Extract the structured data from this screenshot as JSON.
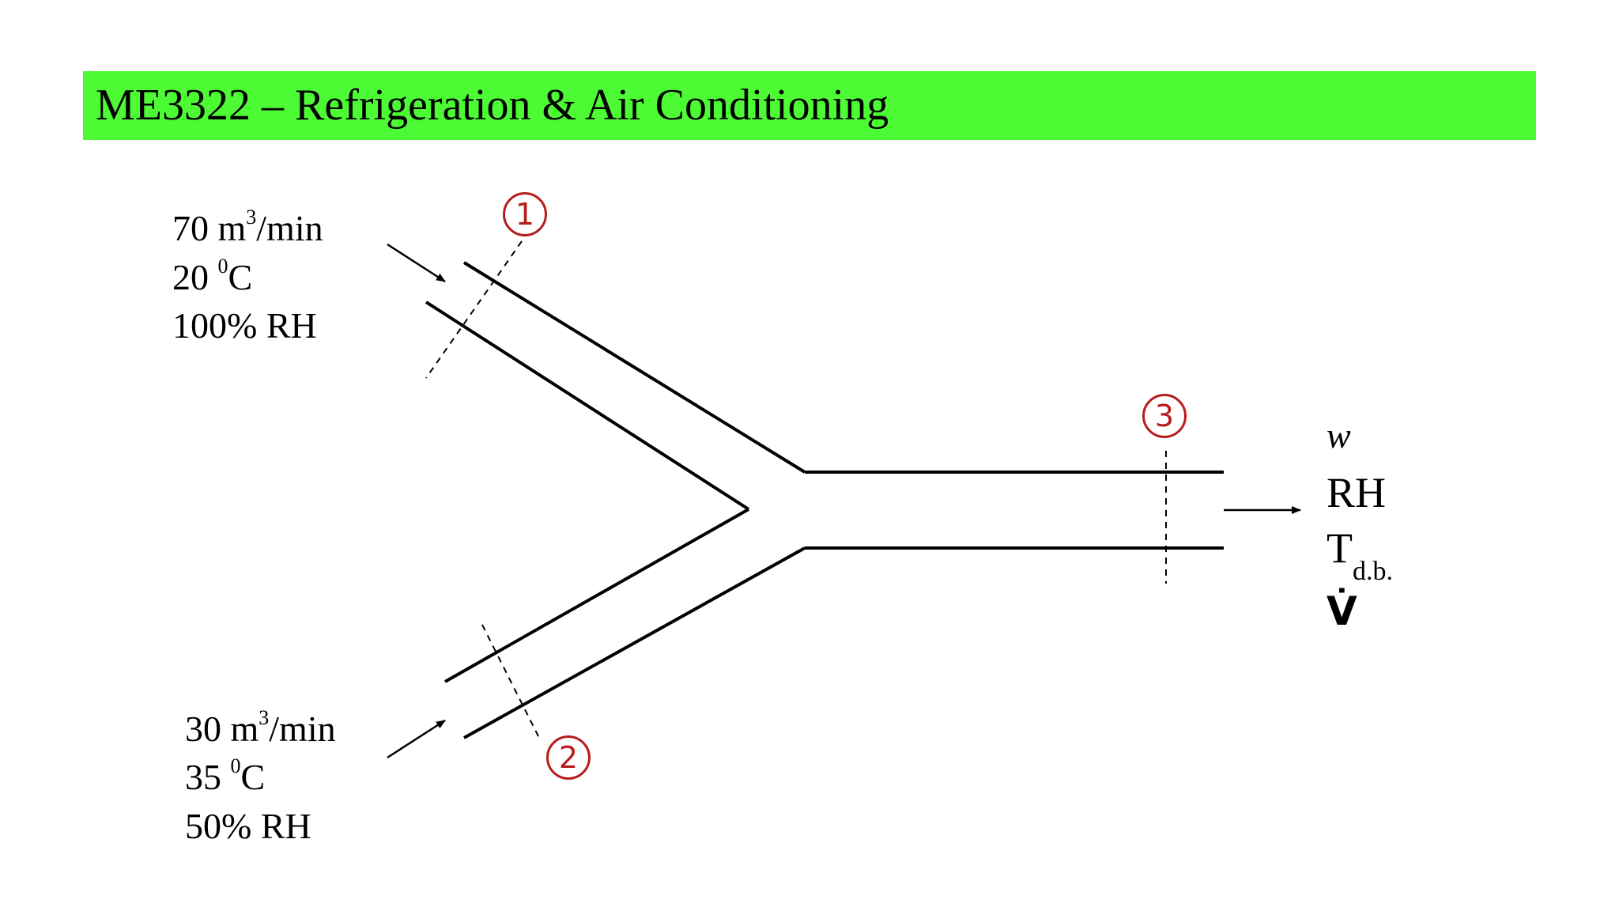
{
  "header": {
    "title": "ME3322 – Refrigeration & Air Conditioning"
  },
  "inlet1": {
    "flow_value": "70 m",
    "flow_exp": "3",
    "flow_unit": "/min",
    "temp_value": "20 ",
    "temp_exp": "0",
    "temp_unit": "C",
    "rh": "100% RH"
  },
  "inlet2": {
    "flow_value": "30 m",
    "flow_exp": "3",
    "flow_unit": "/min",
    "temp_value": "35 ",
    "temp_exp": "0",
    "temp_unit": "C",
    "rh": "50% RH"
  },
  "states": {
    "s1": "1",
    "s2": "2",
    "s3": "3"
  },
  "outlet": {
    "w": "w",
    "rh": "RH",
    "t": "T",
    "t_sub": "d.b.",
    "v": "V̇"
  },
  "colors": {
    "title_bar": "#4cfb34",
    "state_marker": "#b71c1c",
    "lines": "#000000"
  }
}
